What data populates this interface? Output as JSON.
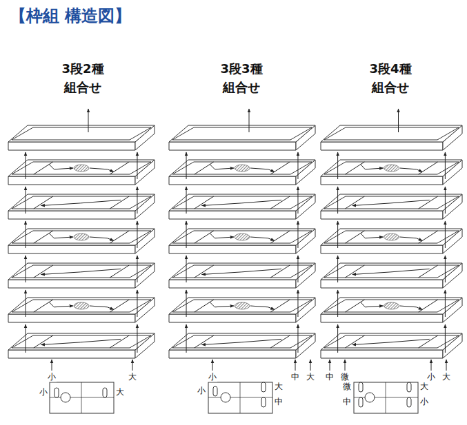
{
  "diagram": {
    "title": "【枠組 構造図】",
    "labels": [
      "3段2種 組合せ",
      "小",
      "大",
      "小",
      "大",
      "3段3種 組合せ",
      "小",
      "中",
      "大",
      "小",
      "大",
      "中",
      "3段4種 組合せ",
      "中",
      "微",
      "小",
      "大",
      "微",
      "中",
      "大",
      "小"
    ]
  }
}
